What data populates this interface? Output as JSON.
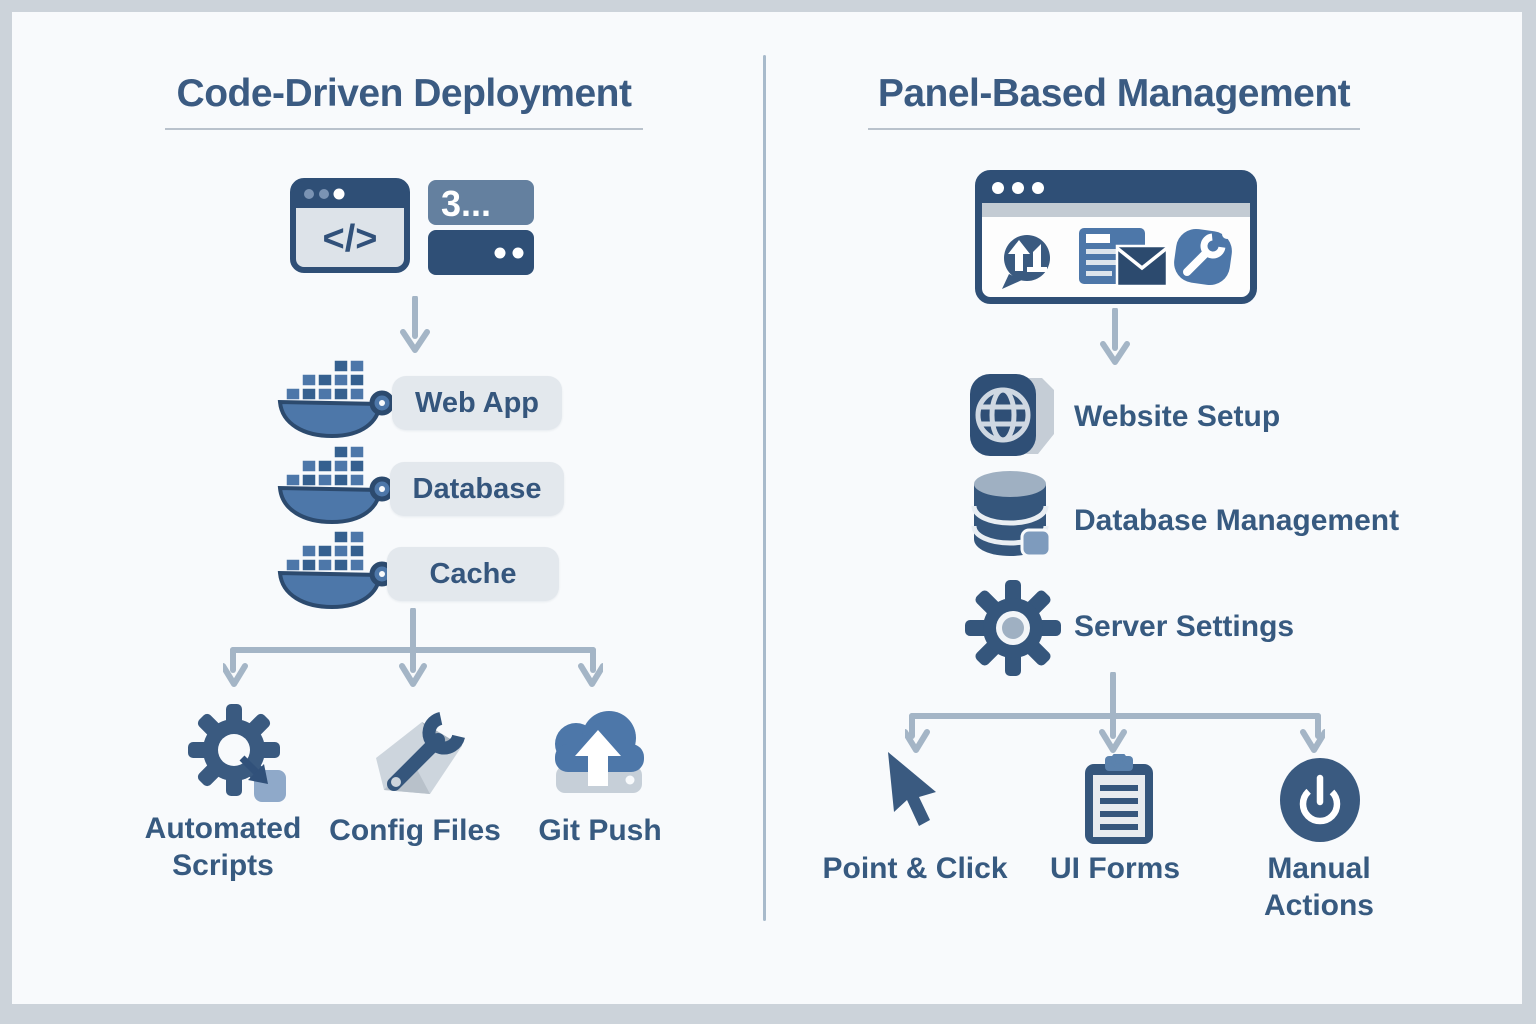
{
  "left": {
    "title": "Code-Driven Deployment",
    "code_icon_text": "</>",
    "terminal_text": "3...",
    "containers": [
      {
        "label": "Web App"
      },
      {
        "label": "Database"
      },
      {
        "label": "Cache"
      }
    ],
    "methods": [
      {
        "label": "Automated Scripts"
      },
      {
        "label": "Config Files"
      },
      {
        "label": "Git Push"
      }
    ]
  },
  "right": {
    "title": "Panel-Based Management",
    "features": [
      {
        "label": "Website Setup"
      },
      {
        "label": "Database Management"
      },
      {
        "label": "Server Settings"
      }
    ],
    "methods": [
      {
        "label": "Point & Click"
      },
      {
        "label": "UI Forms"
      },
      {
        "label": "Manual Actions"
      }
    ]
  },
  "colors": {
    "frame": "#ccd3da",
    "page_bg": "#f8fafc",
    "title_text": "#3b5b82",
    "accent_dark": "#2f4f76",
    "accent_mid": "#4d77a9",
    "accent_light": "#8fa9c9",
    "pill_bg": "#e3e8ed",
    "arrow": "#a4b5c6",
    "tray_gray": "#c6cfd8"
  }
}
